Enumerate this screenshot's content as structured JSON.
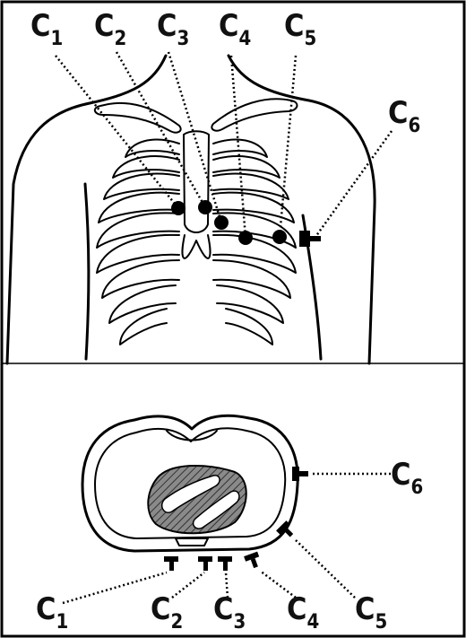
{
  "labels": {
    "top": [
      {
        "id": "c1",
        "main": "C",
        "sub": "1"
      },
      {
        "id": "c2",
        "main": "C",
        "sub": "2"
      },
      {
        "id": "c3",
        "main": "C",
        "sub": "3"
      },
      {
        "id": "c4",
        "main": "C",
        "sub": "4"
      },
      {
        "id": "c5",
        "main": "C",
        "sub": "5"
      },
      {
        "id": "c6",
        "main": "C",
        "sub": "6"
      }
    ],
    "bottom": [
      {
        "id": "c1",
        "main": "C",
        "sub": "1"
      },
      {
        "id": "c2",
        "main": "C",
        "sub": "2"
      },
      {
        "id": "c3",
        "main": "C",
        "sub": "3"
      },
      {
        "id": "c4",
        "main": "C",
        "sub": "4"
      },
      {
        "id": "c5",
        "main": "C",
        "sub": "5"
      },
      {
        "id": "c6",
        "main": "C",
        "sub": "6"
      }
    ]
  },
  "colors": {
    "ink": "#111111",
    "background": "#ffffff",
    "heart": "#6b6b6b"
  }
}
